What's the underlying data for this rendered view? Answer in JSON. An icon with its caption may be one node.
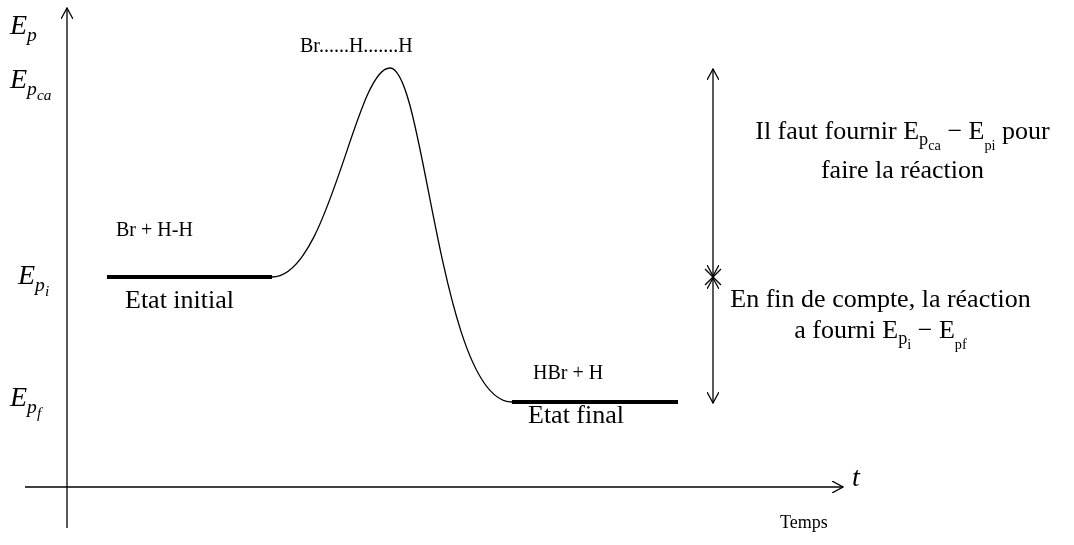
{
  "diagram": {
    "labels": [
      "E$_{p}$",
      "E$_{p}$$_{ca}$",
      "E$_{p}$$_{i}$",
      "E$_{p}$$_{f}$",
      "Br......H.......H",
      "Br + H-H",
      "Etat initial",
      "HBr  +  H",
      "Etat final",
      "Il faut fournir E$_{p}$$_{ca}$ − E$_{p}$$_{i}$ pour faire la réaction",
      "En fin de compte, la réaction a fourni E$_{p}$$_{i}$ − E$_{p}$$_{f}$",
      "t",
      "Temps"
    ]
  }
}
